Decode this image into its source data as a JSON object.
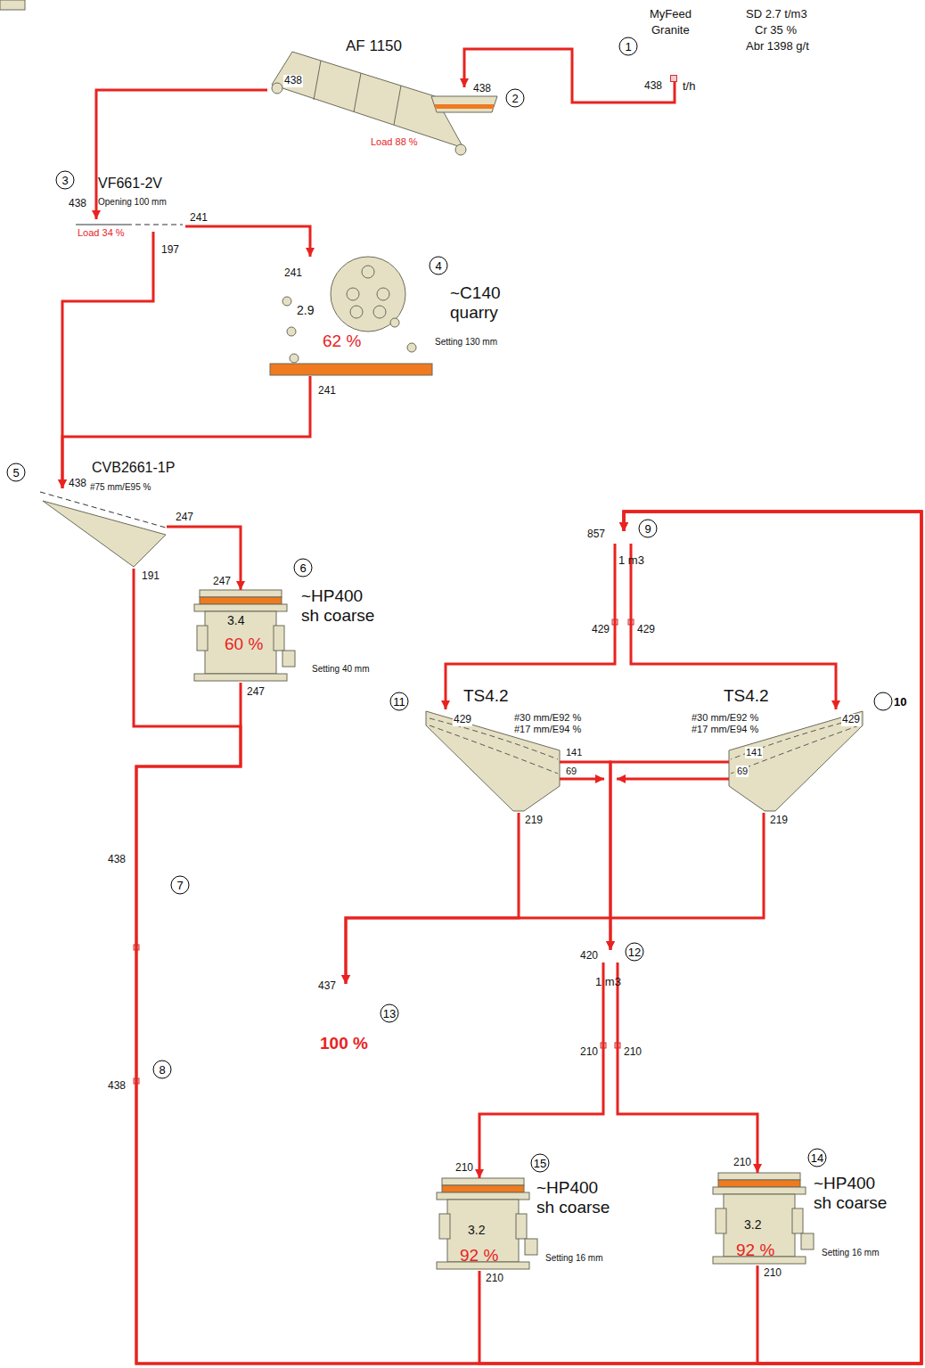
{
  "diagram": {
    "nodes": [
      {
        "text": [
          "MyFeed",
          "Granite",
          "SD 2.7 t/m3",
          "Cr 35 %",
          "Abr 1398 g/t"
        ]
      },
      {
        "text": [
          "AF 1150",
          "Load 88 %"
        ]
      },
      {
        "text": [
          "VF661-2V",
          "Opening 100 mm",
          "Load 34 %"
        ]
      },
      {
        "text": [
          "~C140 quarry",
          "2.9",
          "62 %",
          "Setting 130 mm"
        ]
      },
      {
        "text": [
          "CVB2661-1P",
          "#75 mm/E95 %"
        ]
      },
      {
        "text": [
          "~HP400 sh coarse",
          "3.4",
          "60 %",
          "Setting 40 mm"
        ]
      },
      {
        "text": [
          "1 m3"
        ]
      },
      {
        "text": [
          "TS4.2",
          "#30 mm/E92 % #17 mm/E94 %"
        ]
      },
      {
        "text": [
          "TS4.2",
          "#30 mm/E92 % #17 mm/E94 %"
        ]
      },
      {
        "text": [
          "1 m3"
        ]
      },
      {
        "text": [
          "100 %"
        ]
      },
      {
        "text": [
          "~HP400 sh coarse",
          "3.2",
          "92 %",
          "Setting 16 mm"
        ]
      },
      {
        "text": [
          "~HP400 sh coarse",
          "3.2",
          "92 %",
          "Setting 16 mm"
        ]
      }
    ],
    "edges": [
      {
        "from": 0,
        "to": 1,
        "arrow": "to"
      },
      {
        "from": 1,
        "to": 2,
        "arrow": "to"
      },
      {
        "from": 2,
        "to": 3,
        "arrow": "to"
      },
      {
        "from": 2,
        "to": 4,
        "arrow": "to"
      },
      {
        "from": 3,
        "to": 4,
        "arrow": "to"
      },
      {
        "from": 4,
        "to": 5,
        "arrow": "to"
      },
      {
        "from": 4,
        "to": 6,
        "arrow": "to"
      },
      {
        "from": 5,
        "to": 6,
        "arrow": "to"
      },
      {
        "from": 6,
        "to": 7,
        "arrow": "to"
      },
      {
        "from": 6,
        "to": 8,
        "arrow": "to"
      },
      {
        "from": 7,
        "to": 9,
        "arrow": "to"
      },
      {
        "from": 8,
        "to": 9,
        "arrow": "to"
      },
      {
        "from": 7,
        "to": 10,
        "arrow": "to"
      },
      {
        "from": 8,
        "to": 10,
        "arrow": "to"
      },
      {
        "from": 9,
        "to": 11,
        "arrow": "to"
      },
      {
        "from": 9,
        "to": 12,
        "arrow": "to"
      },
      {
        "from": 11,
        "to": 6,
        "arrow": "to"
      },
      {
        "from": 12,
        "to": 6,
        "arrow": "to"
      }
    ],
    "labels": [
      "1",
      "438",
      "t/h",
      "438",
      "2",
      "438",
      "3",
      "438",
      "241",
      "197",
      "4",
      "241",
      "241",
      "5",
      "438",
      "247",
      "191",
      "6",
      "247",
      "247",
      "7",
      "438",
      "8",
      "438",
      "9",
      "857",
      "429",
      "429",
      "10",
      "11",
      "429",
      "141",
      "69",
      "219",
      "429",
      "141",
      "69",
      "219",
      "12",
      "420",
      "13",
      "437",
      "210",
      "210",
      "15",
      "210",
      "210",
      "14",
      "210",
      "210"
    ]
  }
}
